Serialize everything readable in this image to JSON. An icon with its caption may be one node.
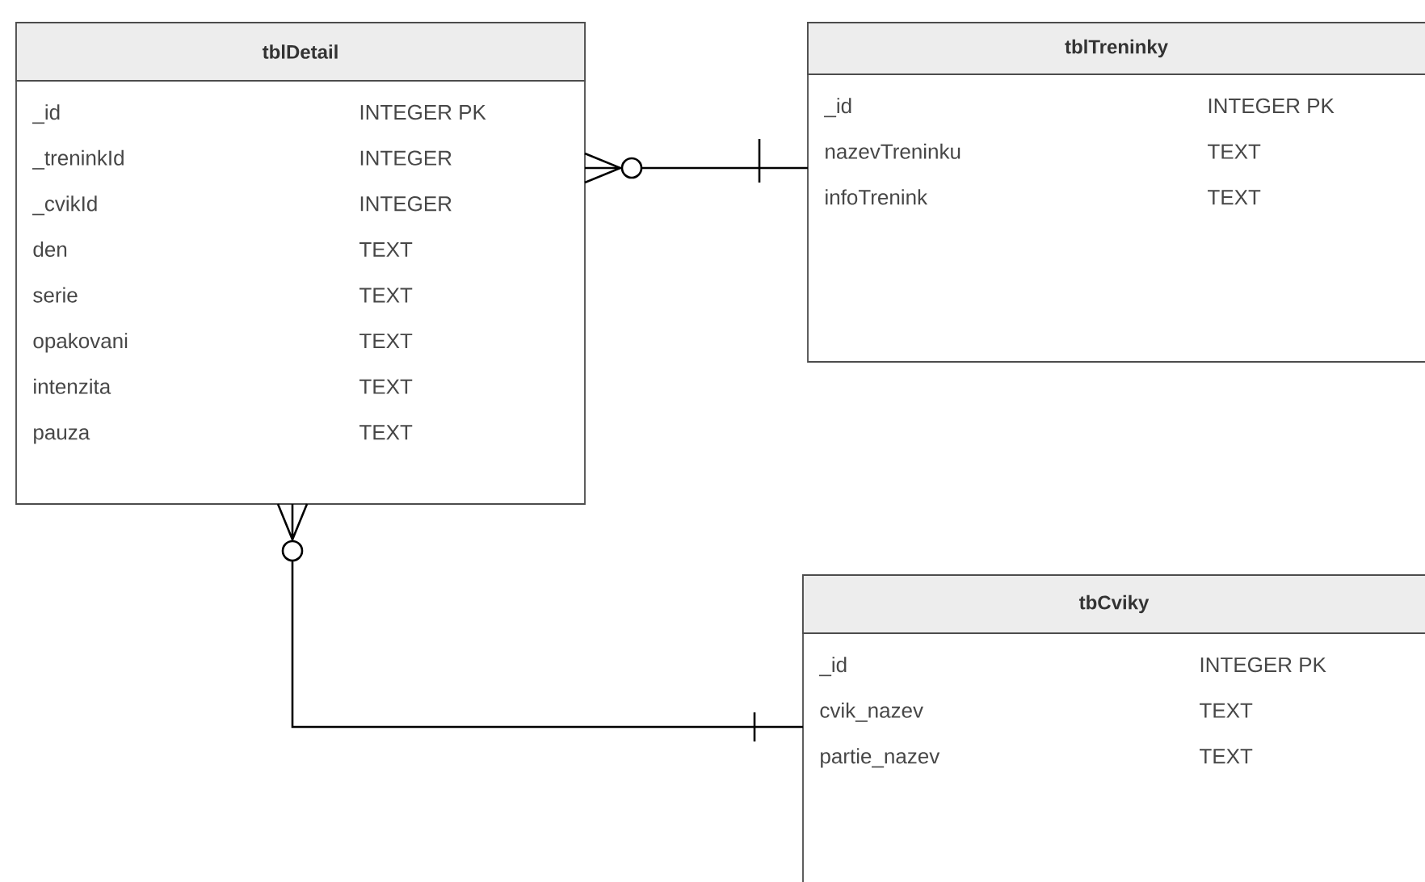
{
  "diagram": {
    "nodes": [
      {
        "text": [
          "tblDetail",
          "_id",
          "INTEGER PK",
          "_treninkId",
          "INTEGER",
          "_cvikId",
          "INTEGER",
          "den",
          "TEXT",
          "serie",
          "TEXT",
          "opakovani",
          "TEXT",
          "intenzita",
          "TEXT",
          "pauza",
          "TEXT"
        ]
      },
      {
        "text": [
          "tblTreninky",
          "_id",
          "INTEGER PK",
          "nazevTreninku",
          "TEXT",
          "infoTrenink",
          "TEXT"
        ]
      },
      {
        "text": [
          "tbCviky",
          "_id",
          "INTEGER PK",
          "cvik_nazev",
          "TEXT",
          "partie_nazev",
          "TEXT"
        ]
      }
    ],
    "edges": [
      {
        "from": 0,
        "to": 1,
        "arrow": "other"
      },
      {
        "from": 0,
        "to": 2,
        "arrow": "other"
      }
    ]
  }
}
